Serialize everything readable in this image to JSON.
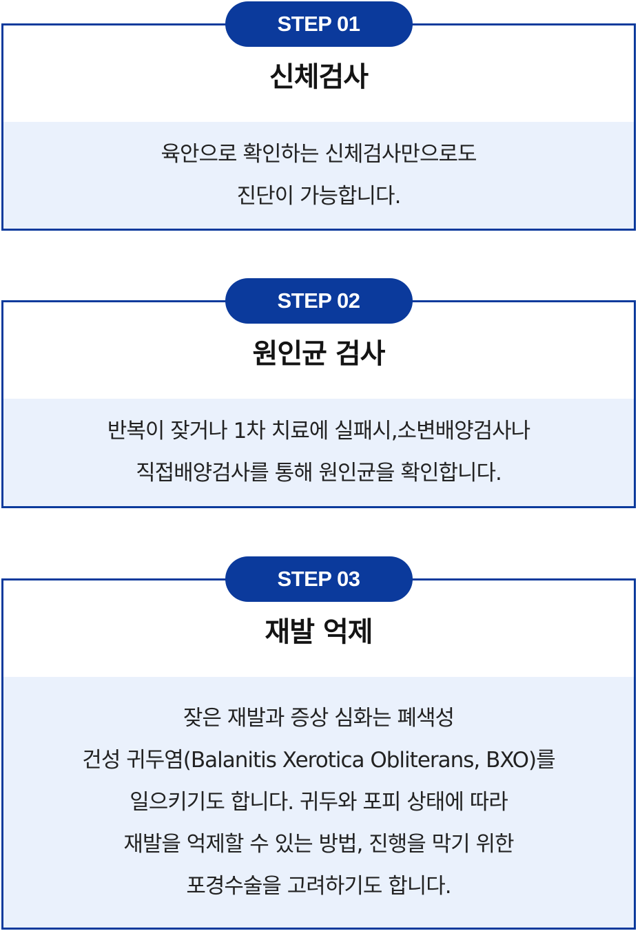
{
  "steps": [
    {
      "badge": "STEP 01",
      "title": "신체검사",
      "lines": [
        "육안으로 확인하는 신체검사만으로도",
        "진단이 가능합니다."
      ]
    },
    {
      "badge": "STEP 02",
      "title": "원인균 검사",
      "lines": [
        "반복이 잦거나 1차 치료에 실패시,소변배양검사나",
        "직접배양검사를 통해 원인균을 확인합니다."
      ]
    },
    {
      "badge": "STEP 03",
      "title": "재발 억제",
      "lines": [
        "잦은 재발과 증상 심화는 폐색성",
        "건성 귀두염(Balanitis Xerotica Obliterans, BXO)를",
        "일으키기도 합니다. 귀두와 포피 상태에 따라",
        "재발을 억제할 수 있는 방법, 진행을 막기 위한",
        "포경수술을 고려하기도 합니다."
      ]
    }
  ]
}
